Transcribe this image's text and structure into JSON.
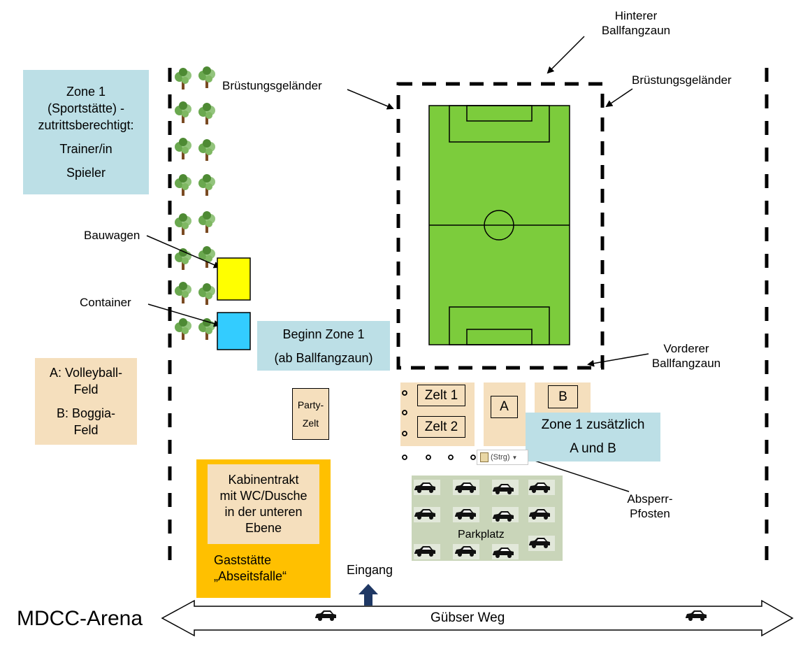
{
  "zone1_box": {
    "line1": "Zone 1",
    "line2": "(Sportstätte) -",
    "line3": "zutrittsberechtigt:",
    "line4": "Trainer/in",
    "line5": "Spieler",
    "color": "#bcdfe6"
  },
  "legend_box": {
    "line1": "A: Volleyball-",
    "line2": "Feld",
    "line3": "B: Boggia-",
    "line4": "Feld",
    "color": "#f5dfbd"
  },
  "labels": {
    "hinterer_1": "Hinterer",
    "hinterer_2": "Ballfangzaun",
    "bruestung_left": "Brüstungsgeländer",
    "bruestung_right": "Brüstungsgeländer",
    "bauwagen": "Bauwagen",
    "container": "Container",
    "vorderer_1": "Vorderer",
    "vorderer_2": "Ballfangzaun",
    "absperr_1": "Absperr-",
    "absperr_2": "Pfosten",
    "eingang": "Eingang",
    "arena": "MDCC-Arena",
    "road": "Gübser Weg",
    "parkplatz": "Parkplatz",
    "paste_hint": "(Strg)"
  },
  "beginn_zone": {
    "line1": "Beginn Zone 1",
    "line2": "(ab Ballfangzaun)"
  },
  "party_tent": {
    "line1": "Party-",
    "line2": "Zelt"
  },
  "tents": {
    "zelt1": "Zelt 1",
    "zelt2": "Zelt 2",
    "a": "A",
    "b": "B"
  },
  "zone1_extra": {
    "line1": "Zone 1 zusätzlich",
    "line2": "A und B"
  },
  "kabinen": {
    "line1": "Kabinentrakt",
    "line2": "mit WC/Dusche",
    "line3": "in der unteren",
    "line4": "Ebene"
  },
  "gaststaette": {
    "line1": "Gaststätte",
    "line2": "„Abseitsfalle“",
    "color": "#ffc000"
  },
  "colors": {
    "field": "#7ccc3c",
    "bauwagen": "#ffff00",
    "container": "#33ccff",
    "tan": "#f5dfbd",
    "parking": "#c9d5b9",
    "entrance_arrow": "#1f3864"
  }
}
